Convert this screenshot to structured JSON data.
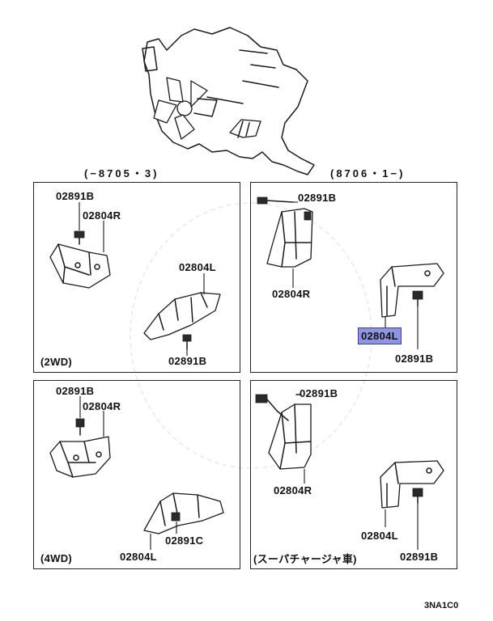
{
  "headers": {
    "left": "(−8705・3)",
    "right": "(8706・1−)"
  },
  "panels": {
    "top_left": {
      "labels": [
        "02891B",
        "02804R",
        "02804L",
        "02891B"
      ],
      "variant": "(2WD)"
    },
    "top_right": {
      "labels": [
        "02891B",
        "02804R",
        "02804L",
        "02891B"
      ]
    },
    "bottom_left": {
      "labels": [
        "02891B",
        "02804R",
        "02891C",
        "02804L"
      ],
      "variant": "(4WD)"
    },
    "bottom_right": {
      "labels": [
        "02891B",
        "02804R",
        "02804L",
        "02891B"
      ],
      "variant": "(スーパチャージャ車)"
    }
  },
  "highlighted_part": "02804L",
  "diagram_code": "3NA1C0"
}
